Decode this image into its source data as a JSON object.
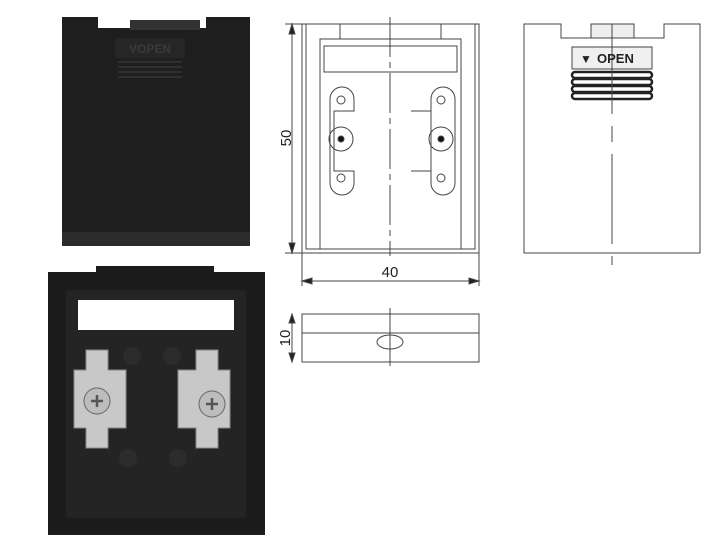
{
  "cover_embossed_text": "VOPEN",
  "dimensions": {
    "height": "50",
    "width": "40",
    "depth": "10"
  },
  "back_view": {
    "open_label": "OPEN",
    "open_arrow": "▼"
  },
  "colors": {
    "plastic": "#1c1c1c",
    "metal": "#c8c8c8",
    "line": "#444444"
  }
}
